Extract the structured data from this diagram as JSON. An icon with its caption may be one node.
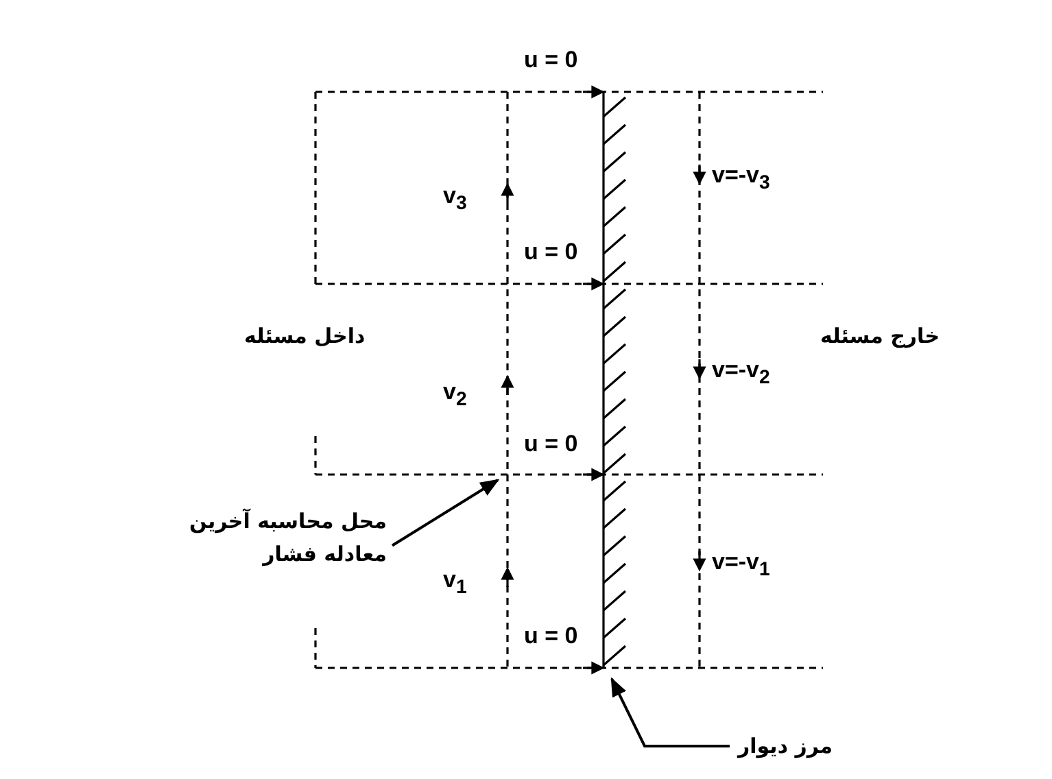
{
  "diagram": {
    "nodes": [
      {
        "text": [
          "محل محاسبه آخرین معادله فشار"
        ]
      },
      {
        "text": [
          "مرز دیوار"
        ]
      },
      {
        "text": [],
        "shape": "line"
      }
    ],
    "edges": [
      {
        "from": 0,
        "to": null,
        "arrow": "to"
      },
      {
        "from": 1,
        "to": 2,
        "arrow": "to"
      }
    ],
    "labels": [
      "u = 0",
      "v$_{3}$",
      "v=-v$_{3}$",
      "u = 0",
      "داخل مسئله",
      "خارج مسئله",
      "v$_{2}$",
      "v=-v$_{2}$",
      "u = 0",
      "v$_{1}$",
      "v=-v$_{1}$",
      "u = 0"
    ]
  }
}
